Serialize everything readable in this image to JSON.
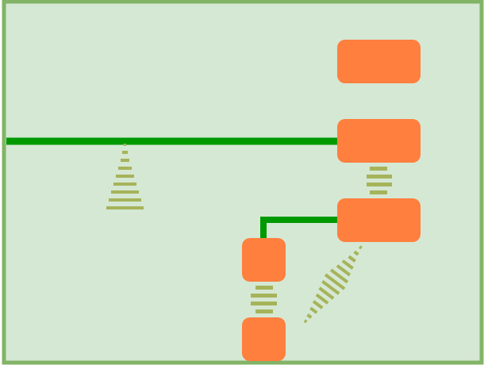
{
  "colors": {
    "background": "#d5e8d4",
    "border": "#82b366",
    "node_fill": "#ff7f3f",
    "link": "#009900",
    "stripe": "#a6b35a"
  },
  "nodes": [
    {
      "id": "box-1"
    },
    {
      "id": "box-2"
    },
    {
      "id": "box-3"
    },
    {
      "id": "box-4"
    },
    {
      "id": "box-5"
    }
  ],
  "edges": [
    {
      "from": "left-edge",
      "to": "box-2",
      "style": "solid-thick"
    },
    {
      "from": "box-3",
      "to": "box-4",
      "style": "solid-thick-elbow"
    },
    {
      "from": "box-2",
      "to": "box-3",
      "style": "striped"
    },
    {
      "from": "box-4",
      "to": "box-5",
      "style": "striped"
    },
    {
      "from": "box-3",
      "to": "box-5",
      "style": "striped-tapered"
    },
    {
      "from": "main-line",
      "to": "open-end",
      "style": "striped-tapered"
    }
  ]
}
